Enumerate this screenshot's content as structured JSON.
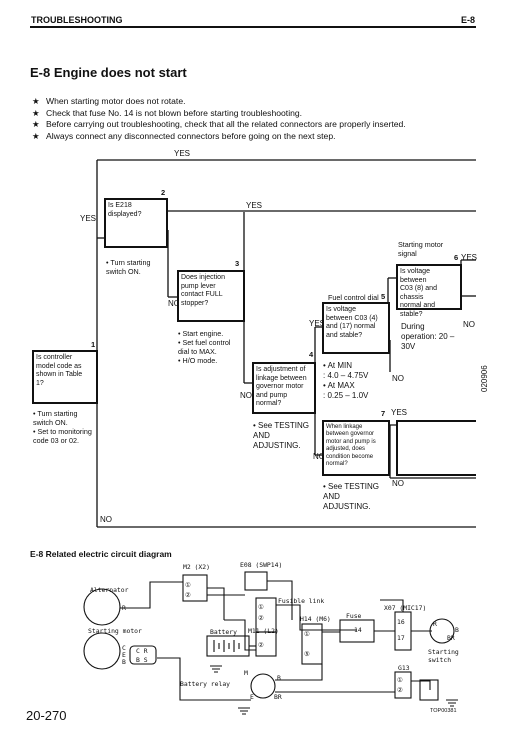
{
  "header": {
    "section": "TROUBLESHOOTING",
    "code": "E-8"
  },
  "title": "E-8  Engine does not start",
  "notes": [
    "When starting motor does not rotate.",
    "Check that fuse No. 14 is not blown before starting troubleshooting.",
    "Before carrying out troubleshooting, check that all the related connectors are properly inserted.",
    "Always connect any disconnected connectors before going on the next step."
  ],
  "bullet_symbol": "★",
  "flow": {
    "yes": "YES",
    "no": "NO",
    "step1": {
      "num": "1",
      "question": "Is controller\nmodel code as\nshown in Table\n1?",
      "note": "• Turn starting\n  switch ON.\n• Set to monitoring\n  code 03 or 02."
    },
    "step2": {
      "num": "2",
      "question": "Is E218\ndisplayed?",
      "note": "• Turn starting\n  switch ON."
    },
    "step3": {
      "num": "3",
      "question": "Does injection\npump lever\ncontact FULL\nstopper?",
      "note": "• Start engine.\n• Set fuel control\n  dial to MAX.\n• H/O mode."
    },
    "step4": {
      "num": "4",
      "question": "Is adjustment of\nlinkage between\ngovernor motor\nand pump normal?",
      "note": "• See TESTING\n  AND\n  ADJUSTING."
    },
    "step5": {
      "num": "5",
      "header": "Fuel control dial",
      "question": "Is voltage\nbetween C03 (4)\nand (17) normal\nand stable?",
      "note": "• At MIN\n  : 4.0 – 4.75V\n• At MAX\n  : 0.25 – 1.0V"
    },
    "step6": {
      "num": "6",
      "header": "Starting motor\nsignal",
      "question": "Is voltage between\nC03 (8) and chassis\nnormal and stable?",
      "note": "During\noperation: 20 –\n30V"
    },
    "step7": {
      "num": "7",
      "question": "When linkage\nbetween governor\nmotor and pump is\nadjusted, does\ncondition become\nnormal?",
      "note": "• See TESTING\n  AND\n  ADJUSTING."
    }
  },
  "side_code": "020906",
  "circuit": {
    "subtitle": "E-8 Related electric circuit diagram",
    "labels": {
      "m2": "M2 (X2)",
      "e08": "E08 (SWP14)",
      "alternator": "Alternator",
      "alt_r": "R",
      "starting_motor": "Starting motor",
      "sm_c": "C",
      "sm_e": "E",
      "sm_b": "B",
      "sm_cr": "C R",
      "sm_bs": "B S",
      "fusible_link": "Fusible link",
      "fuse": "Fuse",
      "fuse_no": "14",
      "x07": "X07 (MIC17)",
      "pin16": "16",
      "pin17": "17",
      "h14": "H14 (M6)",
      "battery": "Battery",
      "m11": "M11 (L2)",
      "battery_relay": "Battery relay",
      "br_m": "M",
      "br_b": "B",
      "br_e": "E",
      "br_br": "BR",
      "starting_switch": "Starting\nswitch",
      "ss_b": "B",
      "ss_br": "BR",
      "ss_r": "R",
      "g13": "G13",
      "pin1": "①",
      "pin2": "②",
      "pin5": "⑤"
    }
  },
  "footer": {
    "page": "20-270",
    "figure_code": "TOP00381"
  }
}
